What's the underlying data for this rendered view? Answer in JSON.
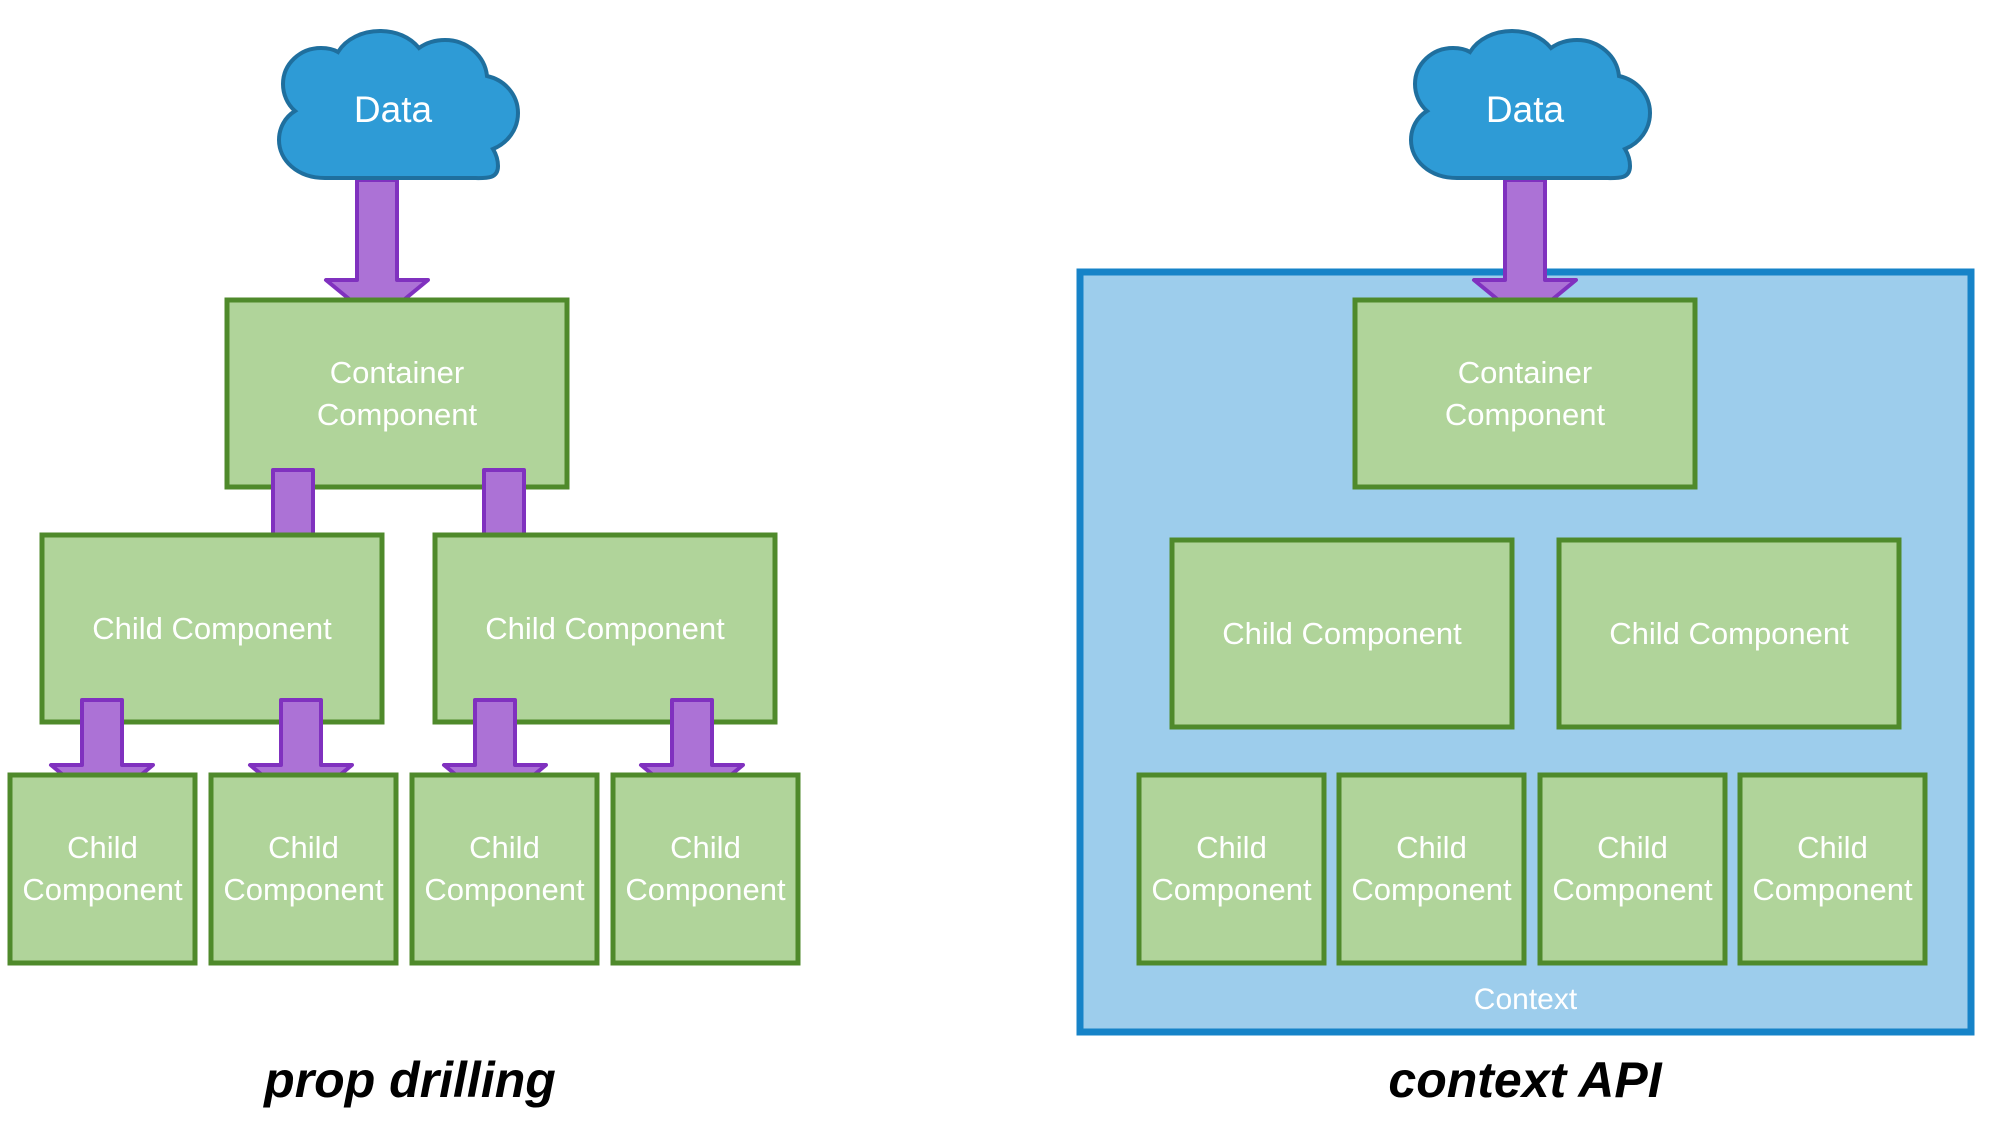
{
  "figure": {
    "title_left": "prop drilling",
    "title_right": "context API",
    "colors": {
      "cloud_fill": "#2e9bd6",
      "cloud_stroke": "#1f6f9e",
      "box_fill": "#b0d49a",
      "box_stroke": "#4f8a2b",
      "arrow_fill": "#ac72d6",
      "arrow_stroke": "#8031bf",
      "context_fill": "#9dcdec",
      "context_stroke": "#1683c8",
      "label_text": "#ffffff",
      "caption_text": "#000000",
      "background": "#ffffff"
    }
  },
  "left_diagram": {
    "name": "prop-drilling-diagram",
    "cloud": {
      "label": "Data"
    },
    "container": {
      "label": "Container\nComponent"
    },
    "mid_children": [
      {
        "label": "Child Component"
      },
      {
        "label": "Child Component"
      }
    ],
    "leaf_children": [
      {
        "label": "Child\nComponent"
      },
      {
        "label": "Child\nComponent"
      },
      {
        "label": "Child\nComponent"
      },
      {
        "label": "Child\nComponent"
      }
    ],
    "arrows": [
      {
        "name": "arrow-data-to-container"
      },
      {
        "name": "arrow-container-to-child-1"
      },
      {
        "name": "arrow-container-to-child-2"
      },
      {
        "name": "arrow-child1-to-leaf-1"
      },
      {
        "name": "arrow-child1-to-leaf-2"
      },
      {
        "name": "arrow-child2-to-leaf-3"
      },
      {
        "name": "arrow-child2-to-leaf-4"
      }
    ],
    "caption": "prop drilling"
  },
  "right_diagram": {
    "name": "context-api-diagram",
    "cloud": {
      "label": "Data"
    },
    "container": {
      "label": "Container\nComponent"
    },
    "mid_children": [
      {
        "label": "Child Component"
      },
      {
        "label": "Child Component"
      }
    ],
    "leaf_children": [
      {
        "label": "Child\nComponent"
      },
      {
        "label": "Child\nComponent"
      },
      {
        "label": "Child\nComponent"
      },
      {
        "label": "Child\nComponent"
      }
    ],
    "context_panel": {
      "label": "Context"
    },
    "arrows": [
      {
        "name": "arrow-data-to-container"
      }
    ],
    "caption": "context API"
  }
}
